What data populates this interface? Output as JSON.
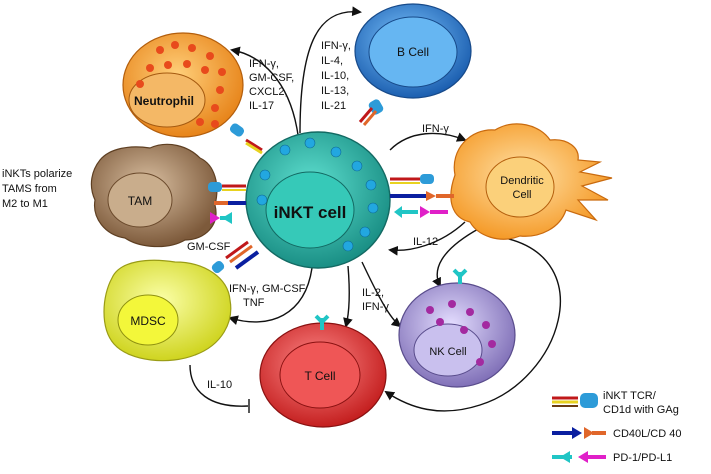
{
  "cells": {
    "inkt": "iNKT cell",
    "neutrophil": "Neutrophil",
    "bcell": "B Cell",
    "dendritic": [
      "Dendritic",
      "Cell"
    ],
    "tam": "TAM",
    "mdsc": "MDSC",
    "tcell": "T Cell",
    "nkcell": "NK Cell"
  },
  "labels": {
    "neutrophil_cytokines": [
      "IFN-γ,",
      "GM-CSF,",
      "CXCL2,",
      "IL-17"
    ],
    "bcell_cytokines": [
      "IFN-γ,",
      "IL-4,",
      "IL-10,",
      "IL-13,",
      "IL-21"
    ],
    "dc_ifn": "IFN-γ",
    "tam_note": [
      "iNKTs polarize",
      "TAMS from",
      "M2 to M1"
    ],
    "gmcsf": "GM-CSF",
    "mdsc_cytokines": [
      "IFN-γ, GM-CSF",
      "TNF"
    ],
    "il2_ifn": [
      "IL-2,",
      "IFN-γ"
    ],
    "il12": "IL-12",
    "il10": "IL-10"
  },
  "legend": {
    "tcr": [
      "iNKT TCR/",
      "CD1d with GAg"
    ],
    "cd40": "CD40L/CD 40",
    "pd1": "PD-1/PD-L1"
  },
  "colors": {
    "inkt": "#2bb7a6",
    "neutrophil": "#f39a2b",
    "bcell": "#2f7fd1",
    "dendritic": "#f7a83b",
    "tam": "#9e7a58",
    "mdsc": "#e3e82e",
    "tcell": "#e03a3a",
    "nkcell": "#9d8dc8",
    "receptor_blue": "#2d9bd8",
    "pd1_cyan": "#20c5c5",
    "pdl1_magenta": "#e020c8",
    "cd40l_navy": "#0a1fa0",
    "cd40_orange": "#e0662a"
  }
}
